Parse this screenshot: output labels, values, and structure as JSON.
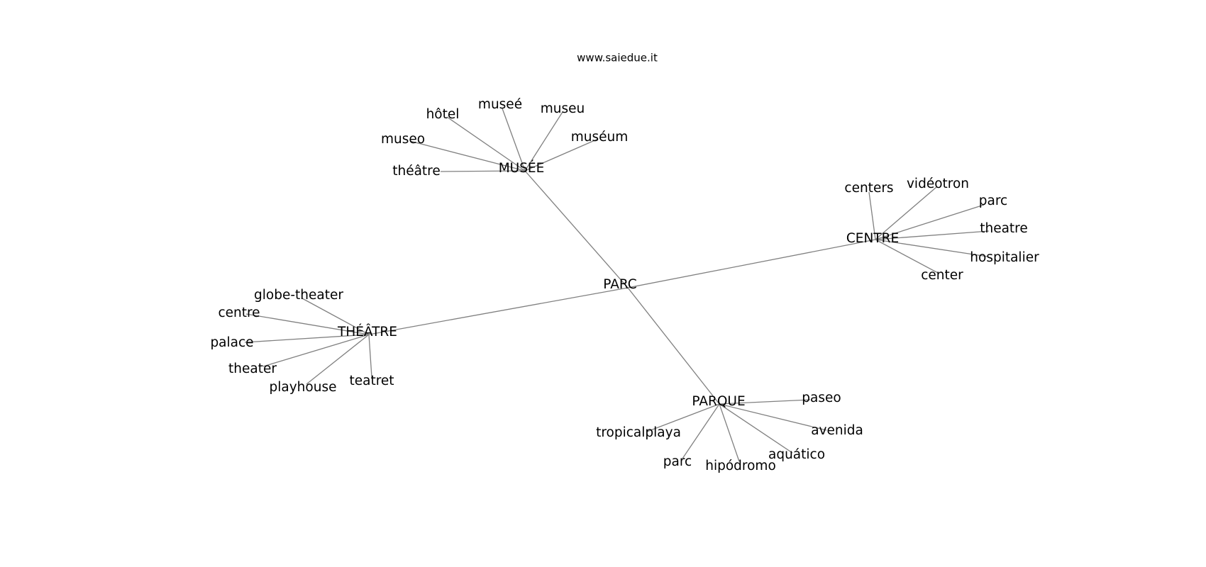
{
  "header": {
    "watermark": "www.saiedue.it"
  },
  "graph": {
    "root": "PARC",
    "colors": {
      "edge": "#808080",
      "text": "#000000",
      "background": "#ffffff"
    },
    "clusters": [
      {
        "id": "musee",
        "label": "MUSÉE",
        "leaves": [
          "théâtre",
          "museo",
          "hôtel",
          "museé",
          "museu",
          "muséum"
        ]
      },
      {
        "id": "centre",
        "label": "CENTRE",
        "leaves": [
          "centers",
          "vidéotron",
          "parc",
          "theatre",
          "hospitalier",
          "center"
        ]
      },
      {
        "id": "theatre",
        "label": "THÉÂTRE",
        "leaves": [
          "globe-theater",
          "centre",
          "palace",
          "theater",
          "playhouse",
          "teatret"
        ]
      },
      {
        "id": "parque",
        "label": "PARQUE",
        "leaves": [
          "paseo",
          "avenida",
          "aquático",
          "hipódromo",
          "parc",
          "tropicalplaya"
        ]
      }
    ]
  }
}
